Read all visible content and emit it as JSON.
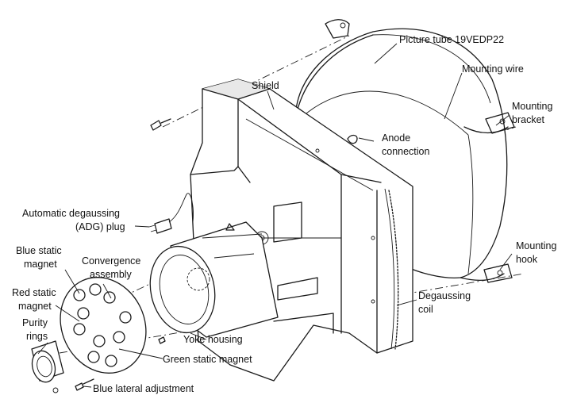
{
  "labels": {
    "picture_tube": "Picture tube 19VEDP22",
    "mounting_wire": "Mounting wire",
    "mounting_bracket_1": "Mounting",
    "mounting_bracket_2": "bracket",
    "shield": "Shield",
    "anode_1": "Anode",
    "anode_2": "connection",
    "adg_1": "Automatic degaussing",
    "adg_2": "(ADG) plug",
    "blue_static_1": "Blue static",
    "blue_static_2": "magnet",
    "convergence_1": "Convergence",
    "convergence_2": "assembly",
    "red_static_1": "Red static",
    "red_static_2": "magnet",
    "purity_1": "Purity",
    "purity_2": "rings",
    "mounting_hook_1": "Mounting",
    "mounting_hook_2": "hook",
    "degaussing_1": "Degaussing",
    "degaussing_2": "coil",
    "yoke_housing": "Yoke housing",
    "green_static": "Green static magnet",
    "blue_lateral": "Blue lateral adjustment"
  },
  "colors": {
    "ink": "#1a1a1a",
    "paper": "#ffffff"
  }
}
